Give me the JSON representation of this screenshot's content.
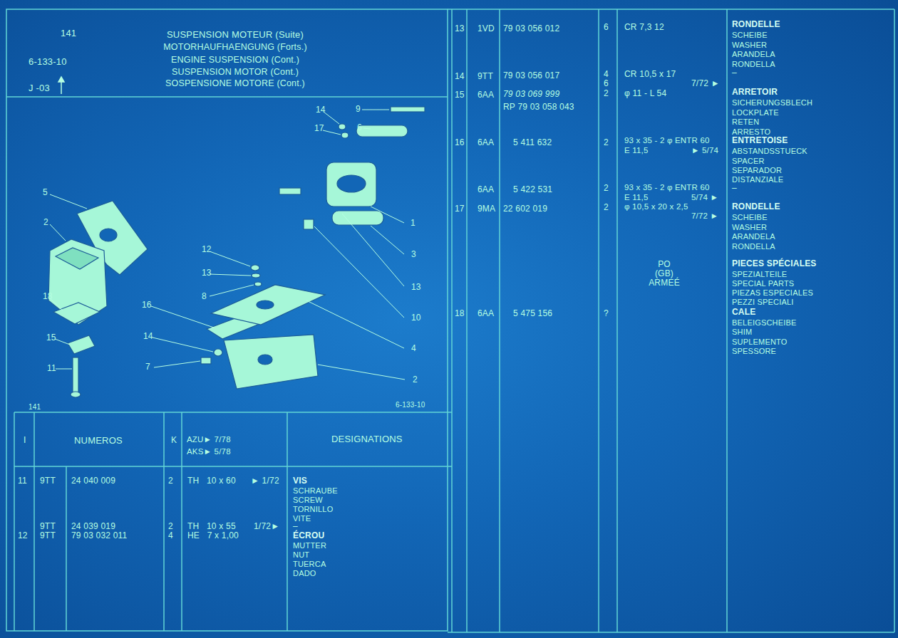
{
  "diagram": {
    "title": "SUSPENSION MOTEUR (Suite)",
    "labels": [
      "141",
      "6-133-10",
      "J -03",
      "MOTORHAUFHAENGUNG (Forts.)",
      "ENGINE SUSPENSION (Cont.)",
      "SUSPENSION MOTOR (Cont.)",
      "SOSPENSIONE MOTORE (Cont.)",
      "14",
      "9",
      "17",
      "6",
      "5",
      "2",
      "1",
      "12",
      "3",
      "13",
      "13",
      "8",
      "18",
      "16",
      "10",
      "14",
      "15",
      "4",
      "7",
      "11",
      "2",
      "141",
      "6-133-10",
      "I",
      "NUMEROS",
      "K",
      "AZU► 7/78",
      "AKS► 5/78",
      "DESIGNATIONS",
      "11",
      "9TT",
      "24 040 009",
      "2",
      "TH   10 x 60",
      "► 1/72",
      "VIS",
      "SCHRAUBE",
      "SCREW",
      "TORNILLO",
      "VITE",
      "9TT",
      "24 039 019",
      "2",
      "TH   10 x 55",
      "1/72►",
      "–",
      "12",
      "9TT",
      "79 03 032 011",
      "4",
      "HE   7 x 1,00",
      "ÉCROU",
      "MUTTER",
      "NUT",
      "TUERCA",
      "DADO",
      "13",
      "1VD",
      "79 03 056 012",
      "6",
      "CR 7,3 12",
      "RONDELLE",
      "SCHEIBE",
      "WASHER",
      "ARANDELA",
      "RONDELLA",
      "14",
      "9TT",
      "79 03 056 017",
      "4",
      "6",
      "CR 10,5 x 17",
      "7/72 ►",
      "–",
      "15",
      "6AA",
      "79 03 069 999",
      "RP 79 03 058 043",
      "2",
      "φ 11 - L 54",
      "ARRETOIR",
      "SICHERUNGSBLECH",
      "LOCKPLATE",
      "RETEN",
      "ARRESTO",
      "16",
      "6AA",
      "5 411 632",
      "2",
      "93 x 35 - 2 φ ENTR 60",
      "E 11,5",
      "► 5/74",
      "ENTRETOISE",
      "ABSTANDSSTUECK",
      "SPACER",
      "SEPARADOR",
      "DISTANZIALE",
      "6AA",
      "5 422 531",
      "2",
      "93 x 35 - 2 φ ENTR 60",
      "E 11,5",
      "5/74 ►",
      "–",
      "17",
      "9MA",
      "22 602 019",
      "2",
      "φ 10,5 x 20 x 2,5",
      "7/72 ►",
      "RONDELLE",
      "SCHEIBE",
      "WASHER",
      "ARANDELA",
      "RONDELLA",
      "PO",
      "(GB)",
      "ARMEÉ",
      "PIECES SPÉCIALES",
      "SPEZIALTEILE",
      "SPECIAL PARTS",
      "PIEZAS ESPECIALES",
      "PEZZI SPECIALI",
      "18",
      "6AA",
      "5 475 156",
      "?",
      "CALE",
      "BELEIGSCHEIBE",
      "SHIM",
      "SUPLEMENTO",
      "SPESSORE"
    ]
  }
}
